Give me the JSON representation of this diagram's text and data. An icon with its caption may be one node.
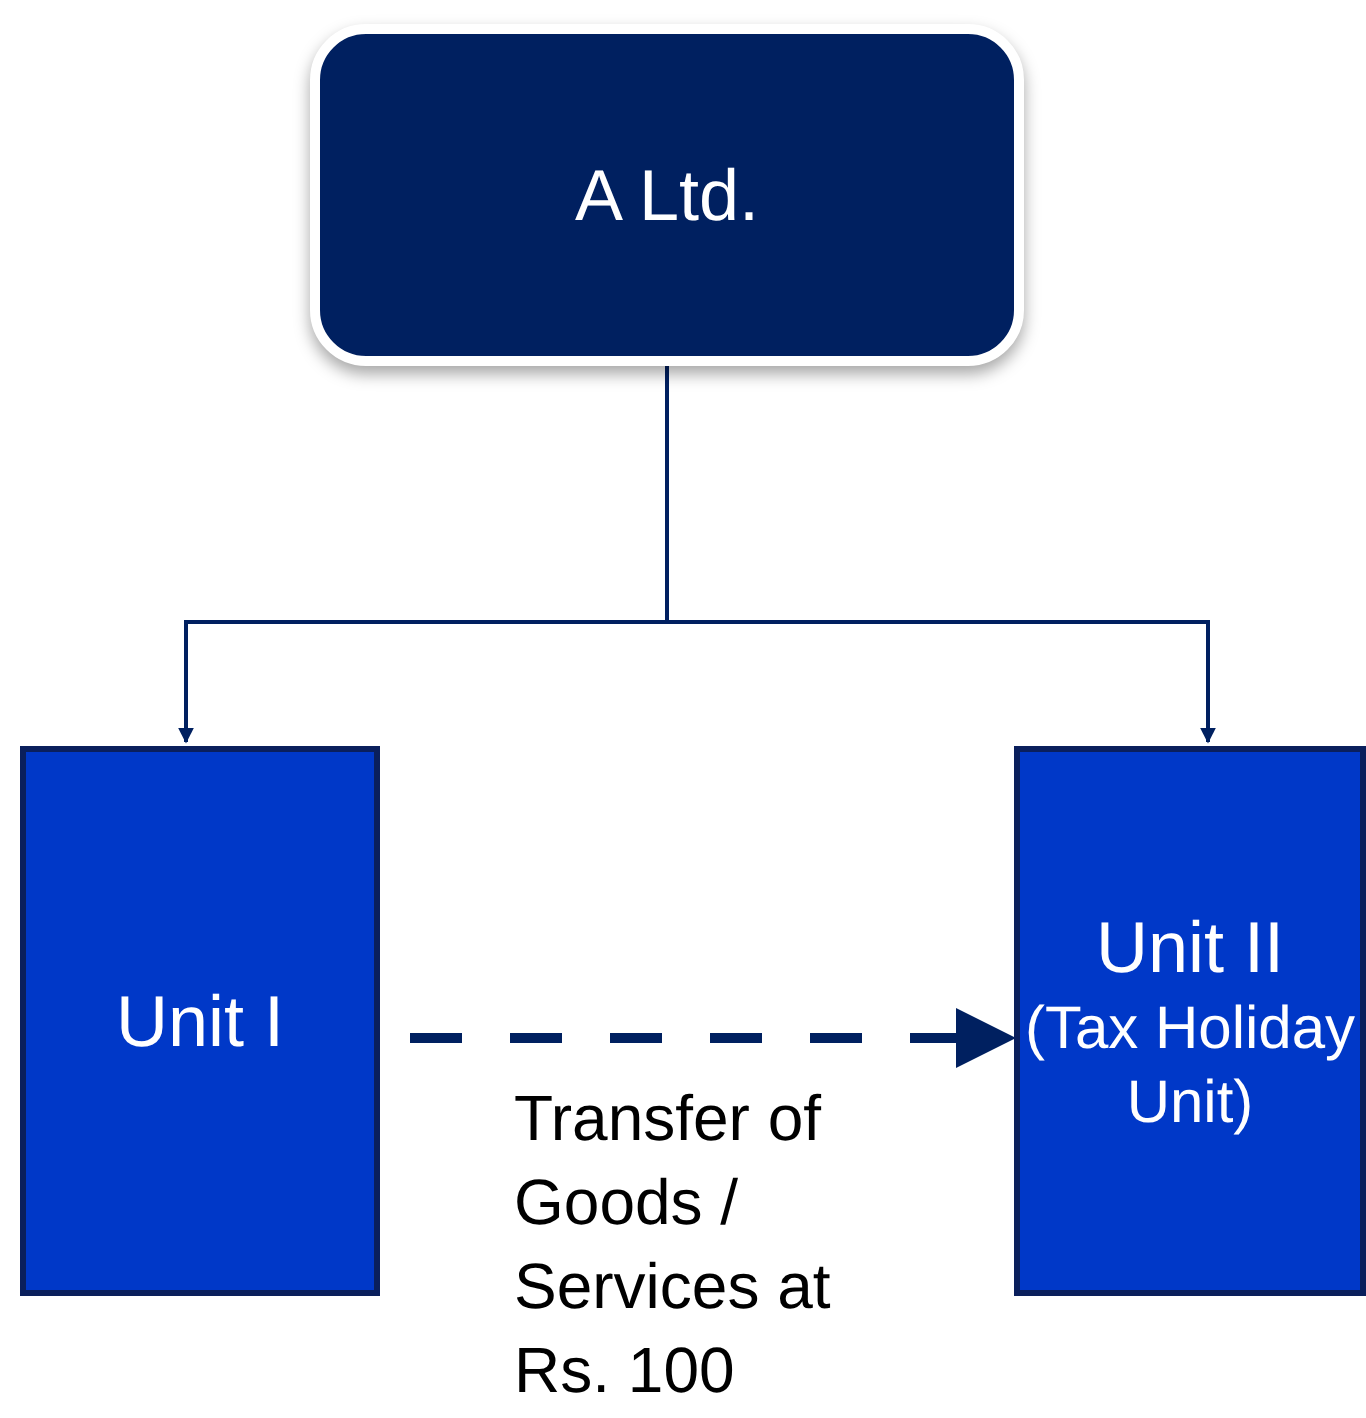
{
  "diagram": {
    "nodes": [
      {
        "text": [
          "A Ltd."
        ]
      },
      {
        "text": [
          "Unit I"
        ]
      },
      {
        "text": [
          "Unit II",
          "(Tax Holiday Unit)"
        ]
      }
    ],
    "edges": [
      {
        "from": 0,
        "to": 1,
        "arrow": "to"
      },
      {
        "from": 0,
        "to": 2,
        "arrow": "to"
      },
      {
        "from": 1,
        "to": 2,
        "arrow": "to",
        "style": "dashed",
        "label": "Transfer of Goods / Services at Rs. 100"
      }
    ]
  }
}
